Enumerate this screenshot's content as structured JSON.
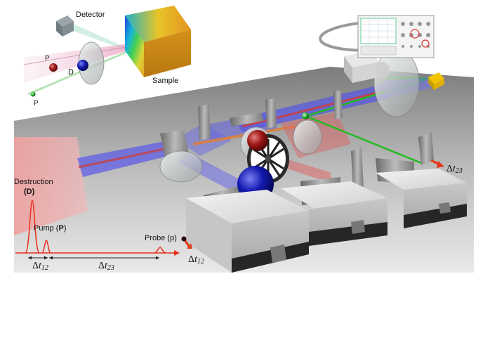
{
  "inset": {
    "detector_label": "Detector",
    "sample_label": "Sample",
    "pump_letter": "P",
    "destruction_letter": "D",
    "probe_letter": "p"
  },
  "pulses": {
    "destruction_label": "Destruction",
    "destruction_symbol": "(D)",
    "pump_label": "Pump (",
    "pump_symbol": "P",
    "pump_close": ")",
    "probe_label": "Probe (p)",
    "delta": "Δ",
    "t12": "t",
    "t12_sub": "12",
    "t23": "t",
    "t23_sub": "23"
  },
  "colors": {
    "pump_beam": "#cc3333",
    "destruction_beam": "#3333cc",
    "probe_beam": "#22bb22",
    "arrow": "#e23a1a",
    "pulse_trace": "#e8311a"
  }
}
